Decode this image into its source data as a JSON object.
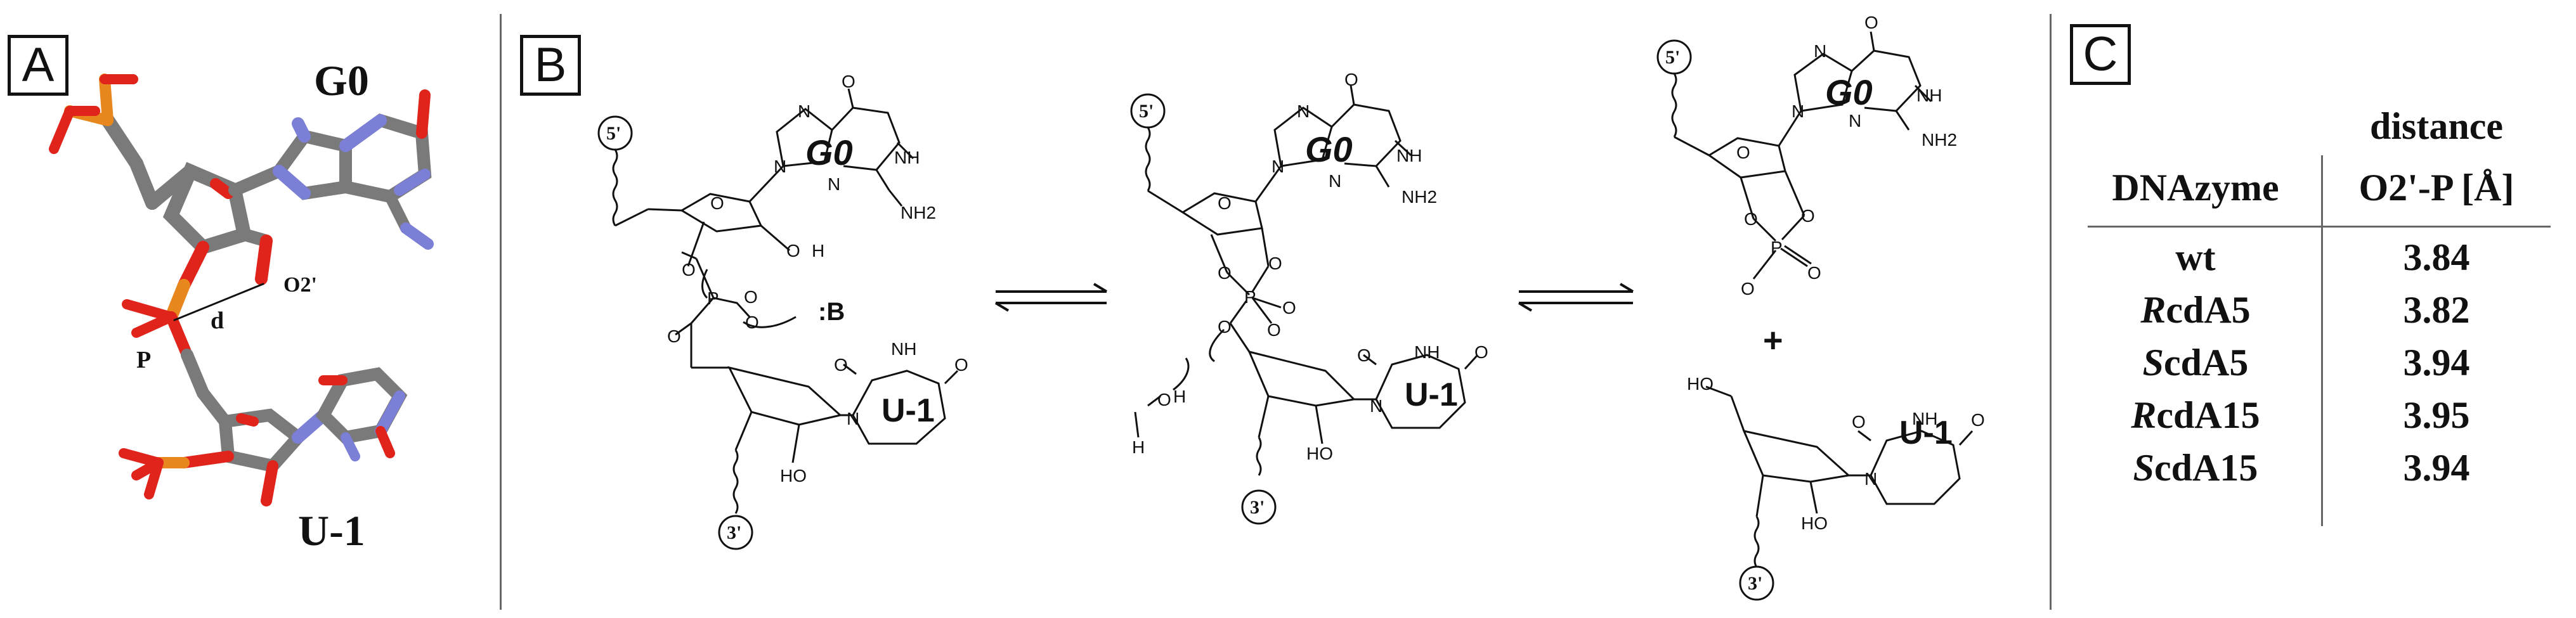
{
  "panels": {
    "a": {
      "label": "A",
      "g0": "G0",
      "u1": "U-1",
      "o2": "O2'",
      "p": "P",
      "d": "d"
    },
    "b": {
      "label": "B",
      "left": {
        "five": "5'",
        "three": "3'",
        "g0": "G0",
        "u1": "U-1",
        "base": ":B",
        "nh": "NH",
        "nh2": "NH2",
        "n": "N",
        "o": "O",
        "h": "H",
        "p": "P",
        "ho": "HO"
      },
      "mid": {
        "five": "5'",
        "three": "3'",
        "g0": "G0",
        "u1": "U-1",
        "nh": "NH",
        "nh2": "NH2",
        "n": "N",
        "o": "O",
        "h": "H",
        "p": "P",
        "ho": "HO"
      },
      "right": {
        "five": "5'",
        "three": "3'",
        "g0": "G0",
        "u1": "U-1",
        "plus": "+",
        "nh": "NH",
        "nh2": "NH2",
        "n": "N",
        "o": "O",
        "p": "P",
        "ho": "HO"
      }
    },
    "c": {
      "label": "C",
      "header": {
        "col1": "DNAzyme",
        "col2_line1": "distance",
        "col2_line2": "O2'-P [Å]"
      },
      "rows": [
        {
          "prefix": "",
          "name": "wt",
          "value": "3.84"
        },
        {
          "prefix": "R",
          "name": "cdA5",
          "value": "3.82"
        },
        {
          "prefix": "S",
          "name": "cdA5",
          "value": "3.94"
        },
        {
          "prefix": "R",
          "name": "cdA15",
          "value": "3.95"
        },
        {
          "prefix": "S",
          "name": "cdA15",
          "value": "3.94"
        }
      ]
    }
  },
  "colors": {
    "carbon": "#7a7a7a",
    "oxygen": "#e0241b",
    "nitrogen": "#7b7fd6",
    "phosphorus": "#e8871e"
  }
}
